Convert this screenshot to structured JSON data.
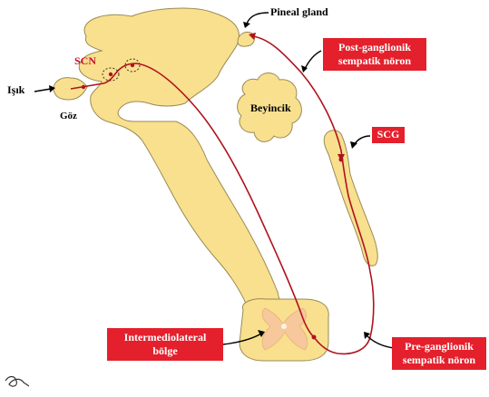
{
  "labels": {
    "pineal_gland": "Pineal gland",
    "post_ganglionic_line1": "Post-ganglionik",
    "post_ganglionic_line2": "sempatik nöron",
    "scn": "SCN",
    "isik": "Işık",
    "goz": "Göz",
    "beyincik": "Beyincik",
    "scg": "SCG",
    "intermediolateral_line1": "Intermediolateral",
    "intermediolateral_line2": "bölge",
    "pre_ganglionic_line1": "Pre-ganglionik",
    "pre_ganglionic_line2": "sempatik nöron"
  },
  "colors": {
    "tissue_fill": "#f8e08e",
    "tissue_stroke": "#9a8a55",
    "pathway": "#b0121e",
    "label_box": "#e3202c",
    "grey_matter": "#f6c89c"
  },
  "icons": {
    "logo": "signature-logo"
  }
}
